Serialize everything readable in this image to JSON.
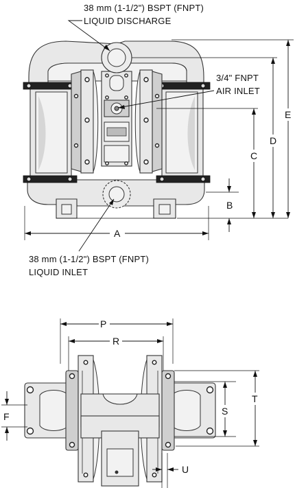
{
  "callouts": {
    "discharge_size": "38 mm (1-1/2\") BSPT (FNPT)",
    "discharge_name": "LIQUID DISCHARGE",
    "air_size": "3/4\" FNPT",
    "air_name": "AIR INLET",
    "inlet_size": "38 mm (1-1/2\") BSPT (FNPT)",
    "inlet_name": "LIQUID INLET"
  },
  "dimensions": {
    "A": "A",
    "B": "B",
    "C": "C",
    "D": "D",
    "E": "E",
    "F": "F",
    "P": "P",
    "R": "R",
    "S": "S",
    "T": "T",
    "U": "U"
  }
}
